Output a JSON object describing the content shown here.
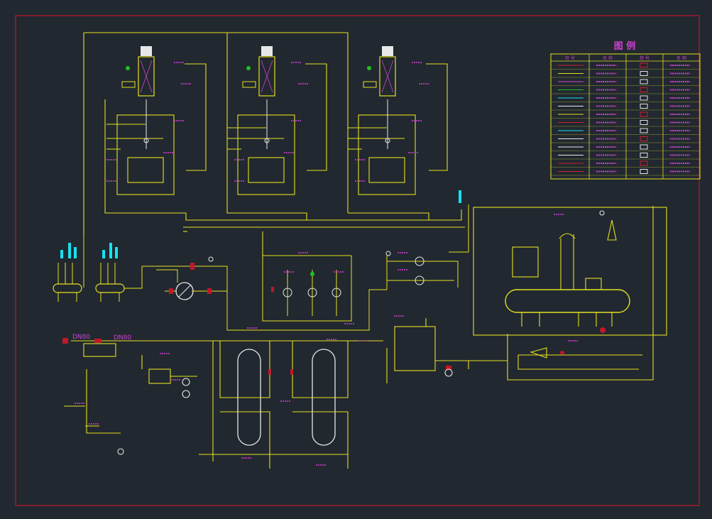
{
  "drawing": {
    "legend_title": "图  例",
    "legend_headers": [
      "符 号",
      "名 称",
      "符 号",
      "名 称"
    ],
    "pipe_size_labels": [
      "DN80",
      "DN80"
    ],
    "small_label": "DN",
    "colors": {
      "background": "#212830",
      "frame": "#c0182a",
      "pipe": "#e6e020",
      "annotation": "#d040d0",
      "equipment": "#e6e020",
      "instrument": "#e8e8e8",
      "tag": "#18e0f0",
      "legend_line": "#d02030"
    }
  }
}
